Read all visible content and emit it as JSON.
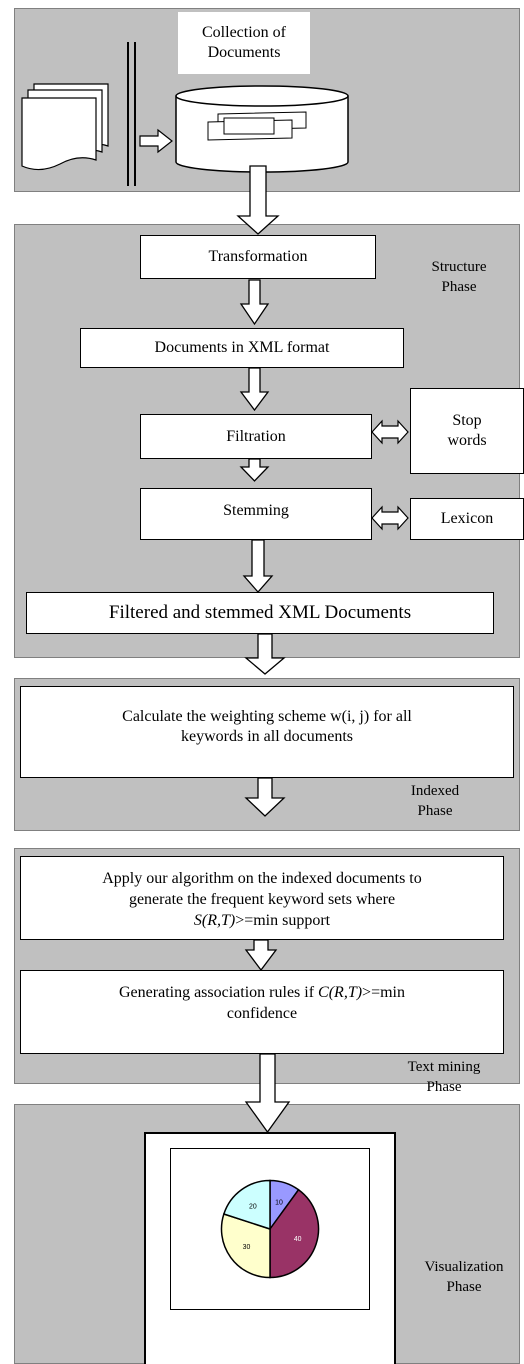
{
  "top": {
    "collection_line1": "Collection of",
    "collection_line2": "Documents"
  },
  "structure": {
    "transformation": "Transformation",
    "xml_format": "Documents in XML format",
    "filtration": "Filtration",
    "stop_words_line1": "Stop",
    "stop_words_line2": "words",
    "stemming": "Stemming",
    "lexicon": "Lexicon",
    "filtered_stemmed": "Filtered and stemmed XML Documents",
    "phase_line1": "Structure",
    "phase_line2": "Phase"
  },
  "indexed": {
    "calc_line1": "Calculate the weighting scheme w(i, j) for all",
    "calc_line2": "keywords in all documents",
    "phase_line1": "Indexed",
    "phase_line2": "Phase"
  },
  "text_mining": {
    "apply_line1": "Apply our algorithm on the indexed documents to",
    "apply_line2": "generate the frequent keyword sets where",
    "apply_line3_italic": "S(R,T)",
    "apply_line3_rest": ">=min support",
    "gen_line1_prefix": "Generating association rules if ",
    "gen_line1_italic": "C(R,T)",
    "gen_line1_rest": ">=min",
    "gen_line2": "confidence",
    "phase_line1": "Text mining",
    "phase_line2": "Phase"
  },
  "visualization": {
    "phase_line1": "Visualization",
    "phase_line2": "Phase"
  },
  "chart_data": {
    "type": "pie",
    "values": [
      10,
      40,
      30,
      20
    ],
    "labels": [
      "10",
      "40",
      "30",
      "20"
    ],
    "colors": [
      "#9999ff",
      "#993366",
      "#ffffcc",
      "#ccffff"
    ]
  }
}
